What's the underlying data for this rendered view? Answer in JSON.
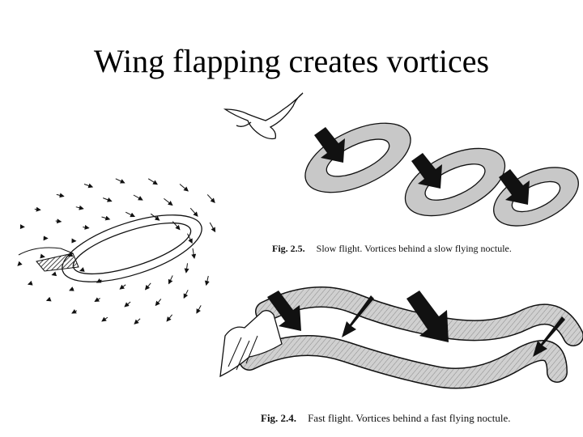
{
  "slide": {
    "title": "Wing flapping creates vortices"
  },
  "figures": {
    "slow": {
      "label": "Fig. 2.5.",
      "caption": "Slow flight. Vortices behind a slow flying noctule."
    },
    "fast": {
      "label": "Fig. 2.4.",
      "caption": "Fast flight. Vortices behind a fast flying noctule."
    }
  },
  "colors": {
    "ink": "#111111",
    "vortex_fill": "#c8c8c8",
    "wing_hatch": "#444444"
  },
  "icons": {
    "bat": "bat-silhouette-icon",
    "arrow": "downwash-arrow-icon"
  }
}
